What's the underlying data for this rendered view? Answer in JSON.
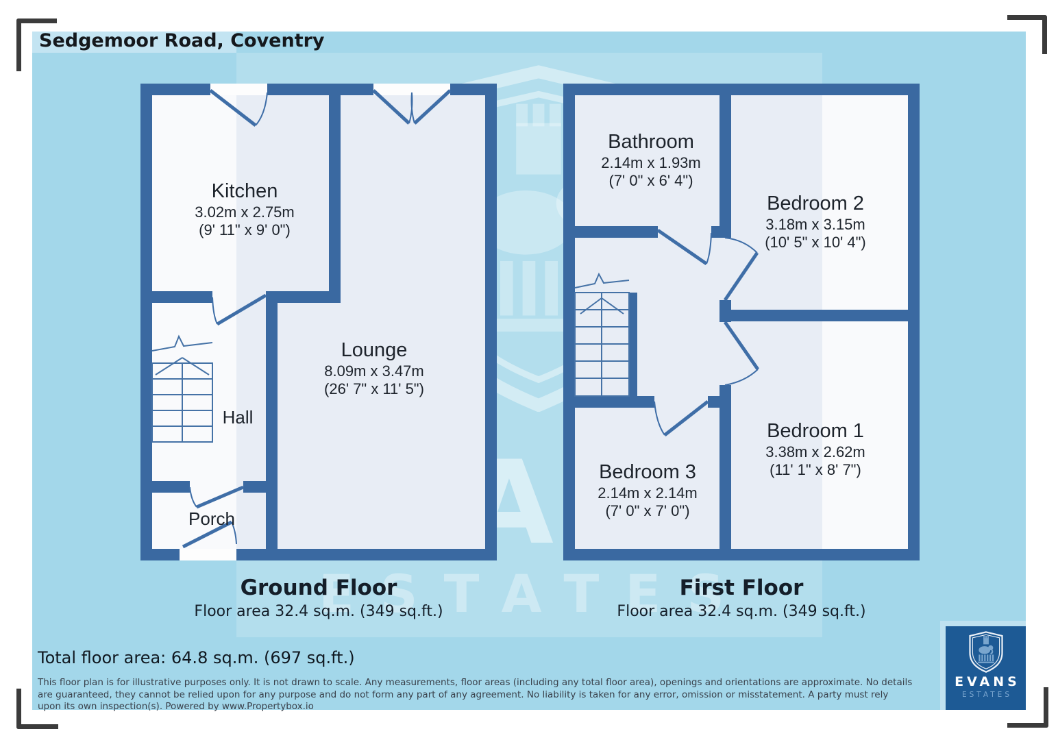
{
  "title": "Sedgemoor Road, Coventry",
  "watermark": {
    "brand": "EVANS",
    "tagline": "ESTATES"
  },
  "logo": {
    "brand": "EVANS",
    "tagline": "ESTATES"
  },
  "ground_floor": {
    "title": "Ground Floor",
    "area": "Floor area 32.4 sq.m. (349 sq.ft.)",
    "rooms": {
      "kitchen": {
        "name": "Kitchen",
        "metric": "3.02m x 2.75m",
        "imperial": "(9' 11\" x 9' 0\")"
      },
      "lounge": {
        "name": "Lounge",
        "metric": "8.09m x 3.47m",
        "imperial": "(26' 7\" x 11' 5\")"
      },
      "hall": {
        "name": "Hall"
      },
      "porch": {
        "name": "Porch"
      }
    }
  },
  "first_floor": {
    "title": "First Floor",
    "area": "Floor area 32.4 sq.m. (349 sq.ft.)",
    "rooms": {
      "bathroom": {
        "name": "Bathroom",
        "metric": "2.14m x 1.93m",
        "imperial": "(7' 0\" x 6' 4\")"
      },
      "bedroom2": {
        "name": "Bedroom 2",
        "metric": "3.18m x 3.15m",
        "imperial": "(10' 5\" x 10' 4\")"
      },
      "bedroom1": {
        "name": "Bedroom 1",
        "metric": "3.38m x 2.62m",
        "imperial": "(11' 1\" x 8' 7\")"
      },
      "bedroom3": {
        "name": "Bedroom 3",
        "metric": "2.14m x 2.14m",
        "imperial": "(7' 0\" x 7' 0\")"
      }
    }
  },
  "total_area": "Total floor area: 64.8 sq.m. (697 sq.ft.)",
  "disclaimer": "This floor plan is for illustrative purposes only. It is not drawn to scale. Any measurements, floor areas (including any total floor area), openings and orientations are approximate. No details are guaranteed, they cannot be relied upon for any purpose and do not form any part of any agreement. No liability is taken for any error, omission or misstatement. A party must rely upon its own inspection(s). Powered by www.Propertybox.io",
  "colors": {
    "background": "#a3d7ea",
    "wall": "#3a69a1",
    "logo_blue": "#1d5a95",
    "interior": "#e8edf5"
  }
}
